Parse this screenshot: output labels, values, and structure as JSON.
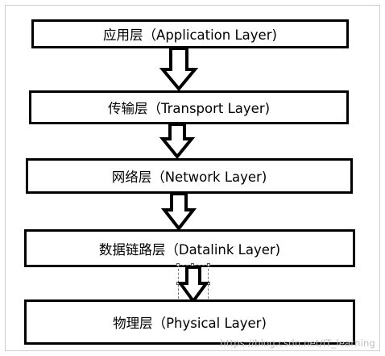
{
  "layers": [
    {
      "label": "应用层（Application Layer)"
    },
    {
      "label": "传输层（Transport Layer)"
    },
    {
      "label": "网络层（Network Layer)"
    },
    {
      "label": "数据链路层（Datalink Layer)"
    },
    {
      "label": "物理层（Physical Layer)"
    }
  ],
  "mark": "、",
  "watermark": "https://blog.csdn.net/IT_learning",
  "colors": {
    "stroke": "#000000",
    "fill": "#ffffff",
    "watermark": "#bdbdbd"
  }
}
